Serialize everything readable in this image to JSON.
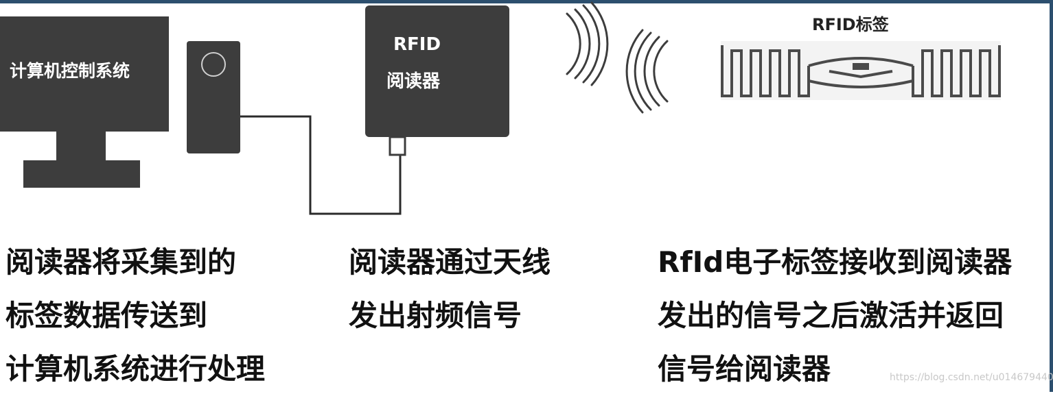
{
  "computer": {
    "label": "计算机控制系统"
  },
  "reader": {
    "label_line1": "RFID",
    "label_line2": "阅读器"
  },
  "tag": {
    "title": "RFID标签"
  },
  "descriptions": {
    "left": [
      "阅读器将采集到的",
      "标签数据传送到",
      "计算机系统进行处理"
    ],
    "middle": [
      "阅读器通过天线",
      "发出射频信号"
    ],
    "right": [
      "RfId电子标签接收到阅读器",
      "发出的信号之后激活并返回",
      "信号给阅读器"
    ]
  },
  "watermark": "https://blog.csdn.net/u014679440",
  "colors": {
    "device": "#3d3d3d",
    "frame": "#2c4f6e",
    "text": "#111111"
  }
}
